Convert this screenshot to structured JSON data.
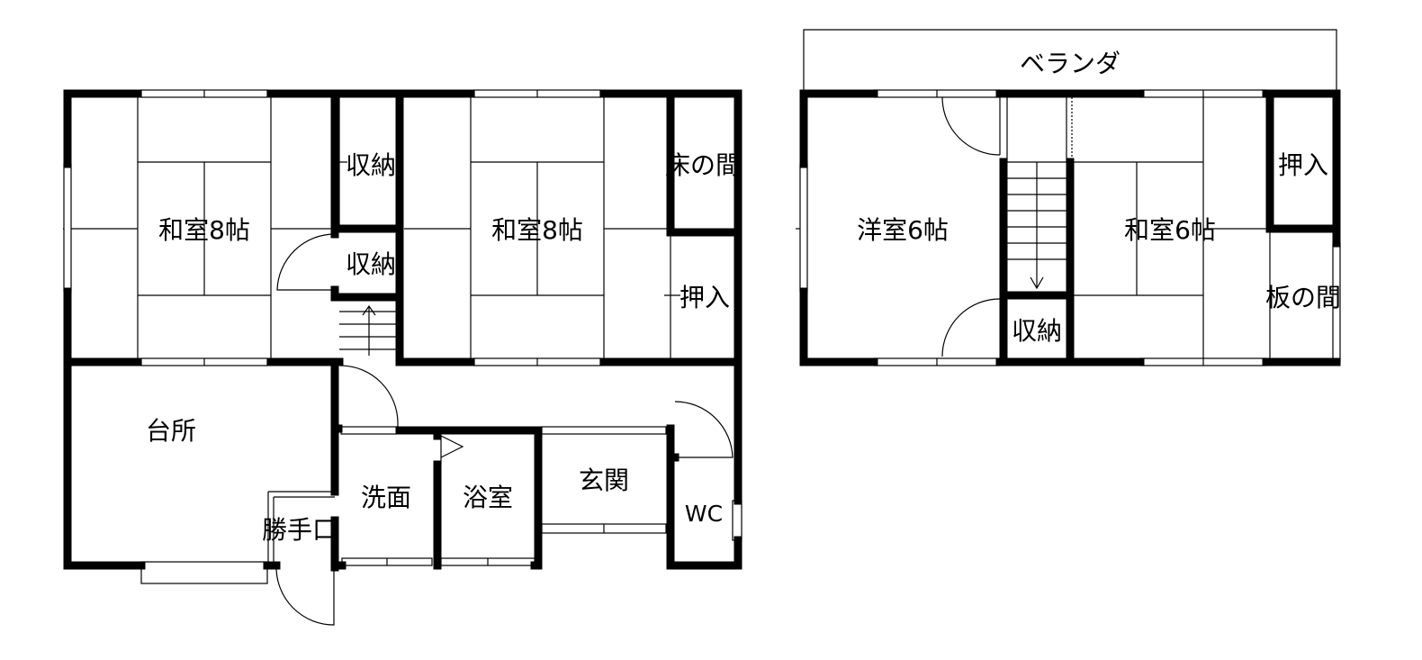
{
  "floor1": {
    "rooms": {
      "washitsu_left": "和室8帖",
      "washitsu_center": "和室8帖",
      "storage_top": "収納",
      "storage_mid": "収納",
      "tokonoma": "床の間",
      "oshiire": "押入",
      "kitchen": "台所",
      "kattekuchi": "勝手口",
      "washroom": "洗面",
      "bath": "浴室",
      "entrance": "玄関",
      "wc": "WC"
    }
  },
  "floor2": {
    "balcony": "ベランダ",
    "rooms": {
      "youshitsu": "洋室6帖",
      "washitsu": "和室6帖",
      "oshiire": "押入",
      "itanoma": "板の間",
      "storage": "収納"
    }
  }
}
